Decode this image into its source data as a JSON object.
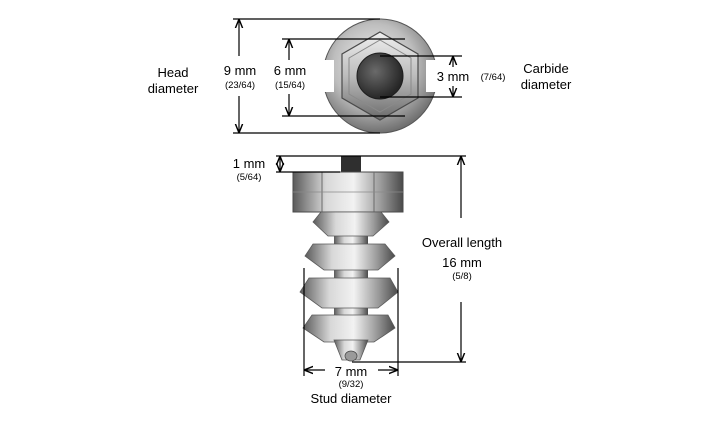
{
  "top_view": {
    "head": {
      "label_line1": "Head",
      "label_line2": "diameter",
      "metric": "9 mm",
      "imperial": "(23/64)"
    },
    "hex": {
      "metric": "6 mm",
      "imperial": "(15/64)"
    },
    "carbide": {
      "label_line1": "Carbide",
      "label_line2": "diameter",
      "metric": "3 mm",
      "imperial": "(7/64)"
    }
  },
  "side_view": {
    "tip_protrusion": {
      "metric": "1 mm",
      "imperial": "(5/64)"
    },
    "overall_length": {
      "label": "Overall length",
      "metric": "16 mm",
      "imperial": "(5/8)"
    },
    "stud": {
      "metric": "7 mm",
      "imperial": "(9/32)",
      "label": "Stud diameter"
    }
  },
  "colors": {
    "metal_light": "#e6e6e6",
    "metal_mid": "#a9a9a9",
    "metal_dark": "#5c5c5c",
    "carbide": "#3f3f3f",
    "line": "#000000"
  }
}
